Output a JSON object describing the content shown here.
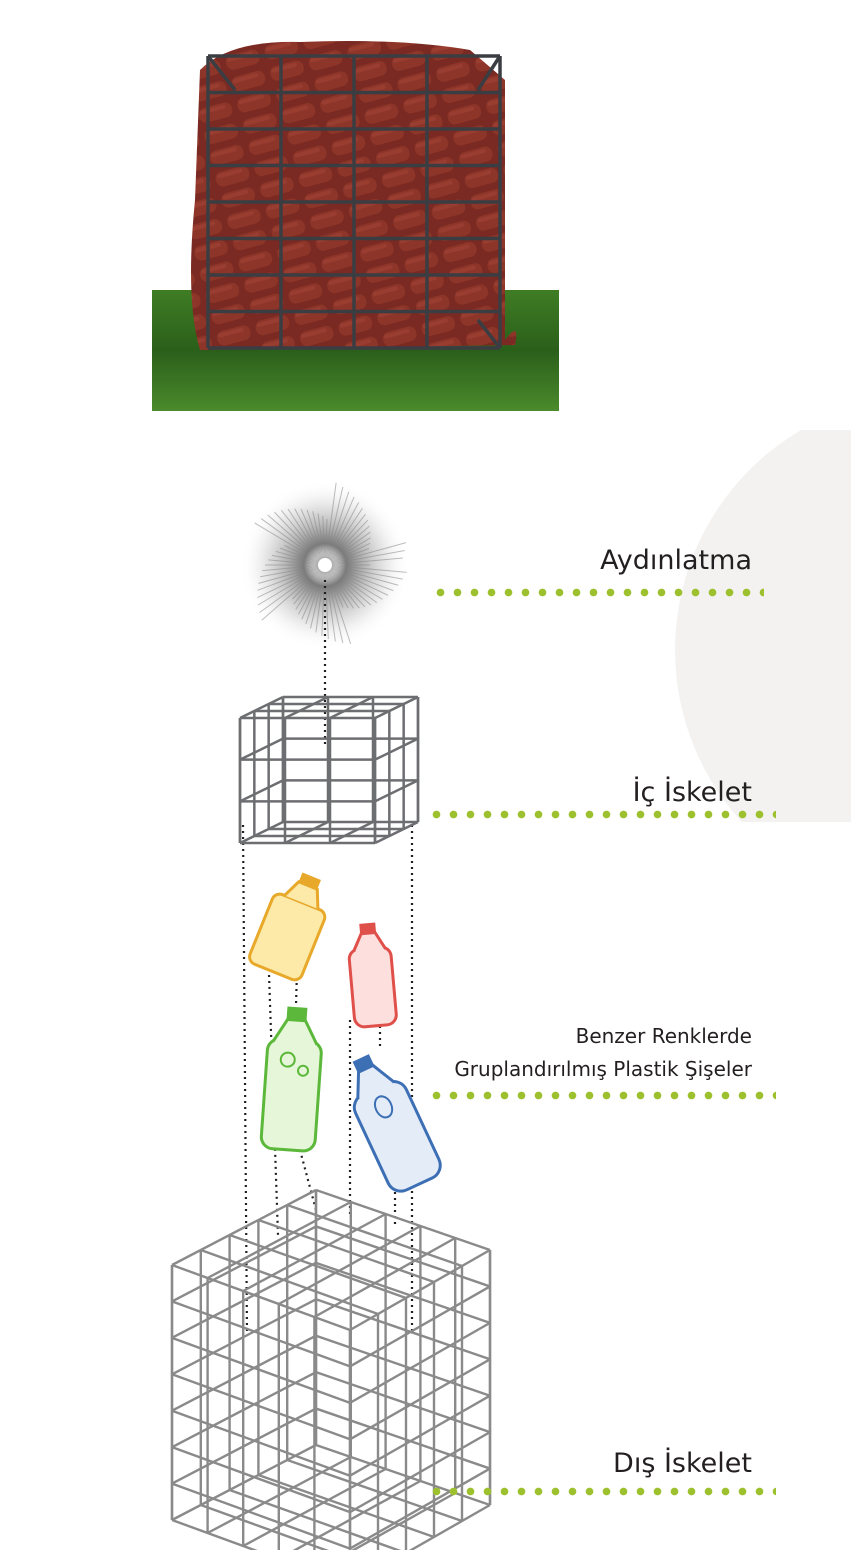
{
  "labels": {
    "lighting": "Aydınlatma",
    "inner_frame": "İç İskelet",
    "bottles_line1": "Benzer Renklerde",
    "bottles_line2": "Gruplandırılmış Plastik Şişeler",
    "outer_frame": "Dış İskelet"
  },
  "colors": {
    "accent_dots": "#9dc12e",
    "bottle_fill": "#7a2a22",
    "cage_dark": "#3a3d42",
    "grass": "#2f6b1e",
    "bottle_yellow": "#e8a92a",
    "bottle_red": "#e0504a",
    "bottle_green": "#5cb83a",
    "bottle_blue": "#3d6fb5"
  }
}
